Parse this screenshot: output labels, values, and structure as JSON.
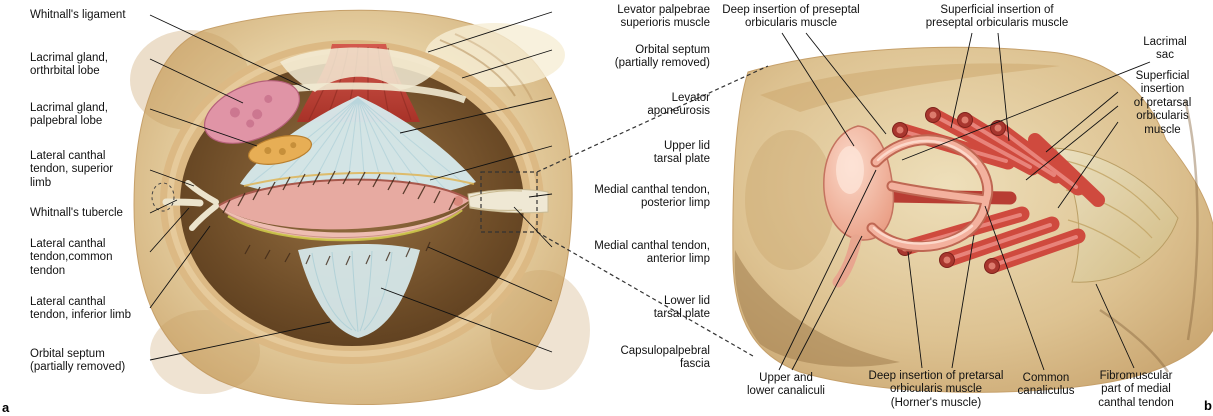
{
  "figure": {
    "panel_a_letter": "a",
    "panel_b_letter": "b"
  },
  "panel_a": {
    "left_labels": [
      {
        "text": "Whitnall's ligament"
      },
      {
        "text": "Lacrimal gland,\northrbital lobe"
      },
      {
        "text": "Lacrimal gland,\npalpebral lobe"
      },
      {
        "text": "Lateral canthal\ntendon, superior\nlimb"
      },
      {
        "text": "Whitnall's tubercle"
      },
      {
        "text": "Lateral canthal\ntendon,common\ntendon"
      },
      {
        "text": "Lateral canthal\ntendon, inferior limb"
      },
      {
        "text": "Orbital septum\n(partially removed)"
      }
    ],
    "right_labels": [
      {
        "text": "Levator palpebrae\nsuperioris muscle"
      },
      {
        "text": "Orbital septum\n(partially removed)"
      },
      {
        "text": "Levator\naponeurosis"
      },
      {
        "text": "Upper lid\ntarsal plate"
      },
      {
        "text": "Medial canthal tendon,\nposterior limp"
      },
      {
        "text": "Medial canthal tendon,\nanterior limp"
      },
      {
        "text": "Lower lid\ntarsal plate"
      },
      {
        "text": "Capsulopalpebral\nfascia"
      }
    ]
  },
  "panel_b": {
    "top_labels": [
      {
        "text": "Deep insertion of preseptal\norbicularis muscle"
      },
      {
        "text": "Superficial insertion of\npreseptal orbicularis muscle"
      },
      {
        "text": "Lacrimal\nsac"
      },
      {
        "text": "Superficial\ninsertion\nof pretarsal\norbicularis\nmuscle"
      }
    ],
    "bottom_labels": [
      {
        "text": "Upper and\nlower canaliculi"
      },
      {
        "text": "Deep insertion of pretarsal\norbicularis muscle\n(Horner's muscle)"
      },
      {
        "text": "Common\ncanaliculus"
      },
      {
        "text": "Fibromuscular\npart of medial\ncanthal tendon"
      }
    ]
  },
  "colors": {
    "muscle_red": "#cf4a3e",
    "aponeurosis_blue": "#d7ebee",
    "lacrimal_gland_pink": "#e094a6",
    "palpebral_lobe_orange": "#e7ae55",
    "lacrimal_sac_pink": "#f0b09a",
    "skin_tan": "#e4cd9f",
    "tarsal_pink": "#eebdb2",
    "lid_margin_yellow": "#cdc84a",
    "leader_line": "#111111"
  }
}
